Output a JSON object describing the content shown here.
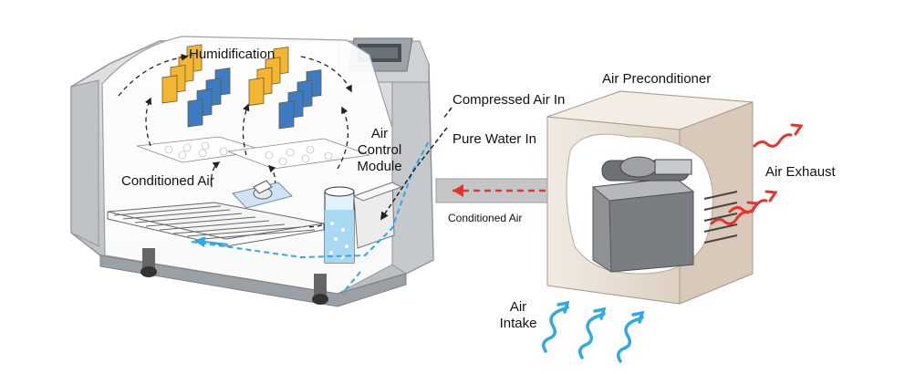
{
  "labels": {
    "humidification": "Humidification",
    "conditioned_air_chamber": "Conditioned Air",
    "air_control_module": [
      "Air",
      "Control",
      "Module"
    ],
    "compressed_air_in": "Compressed Air In",
    "pure_water_in": "Pure Water In",
    "conditioned_air_duct": "Conditioned Air",
    "air_preconditioner": "Air Preconditioner",
    "air_exhaust": "Air Exhaust",
    "air_intake": [
      "Air",
      "Intake"
    ]
  },
  "colors": {
    "cabinet": "#d6d8da",
    "cabinet_dark": "#a9adb1",
    "cabinet_shadow": "#7d8185",
    "preconditioner_box": "#ece3d9",
    "preconditioner_side": "#d9cbbd",
    "machine": "#8e9296",
    "duct": "#c4c6c8",
    "humidifier_yellow": "#f2b632",
    "humidifier_blue": "#3c7cc4",
    "exhaust_red": "#e8332a",
    "intake_blue": "#2fa8e6",
    "water_line": "#2fa8e6",
    "flow_arrow": "#222222"
  },
  "icons": [
    "exhaust-arrow-icon",
    "intake-arrow-icon",
    "flow-arrow-icon",
    "water-cylinder-icon",
    "humidifier-pad-icon"
  ]
}
